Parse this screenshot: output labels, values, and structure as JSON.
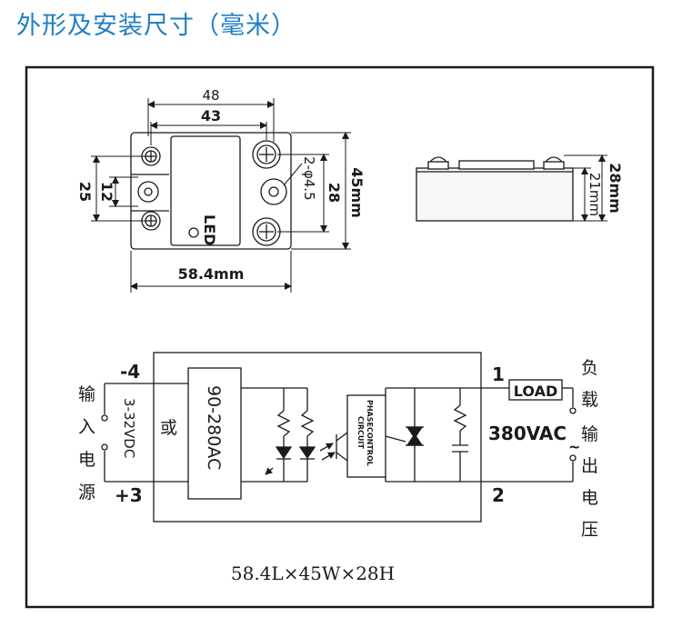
{
  "title": "外形及安装尺寸（毫米）",
  "colors": {
    "title": "#1f7fc4",
    "line": "#1a1a1a",
    "frame": "#1a1a1a"
  },
  "top_view": {
    "width_48": "48",
    "width_43": "43",
    "height_45": "45mm",
    "height_28": "28",
    "hole_spacing_25": "25",
    "hole_spacing_12": "12",
    "hole_label": "2-φ4.5",
    "led_label": "LED",
    "length_label": "58.4mm"
  },
  "side_view": {
    "height_28mm": "28mm",
    "height_21mm": "21mm"
  },
  "circuit": {
    "input_neg": "-4",
    "input_pos": "+3",
    "input_label_chars": [
      "输",
      "入",
      "电",
      "源"
    ],
    "dc_range": "3-32VDC",
    "or_label": "或",
    "ac_range": "90-280AC",
    "phase_control_1": "PHASECONTROL",
    "phase_control_2": "CIRCUIT",
    "terminal_1": "1",
    "terminal_2": "2",
    "load_label": "LOAD",
    "voltage_label": "380VAC",
    "tilde": "~",
    "load_chars": [
      "负",
      "载"
    ],
    "output_chars": [
      "输",
      "出",
      "电",
      "压"
    ]
  },
  "footer_dims": "58.4L×45W×28H"
}
